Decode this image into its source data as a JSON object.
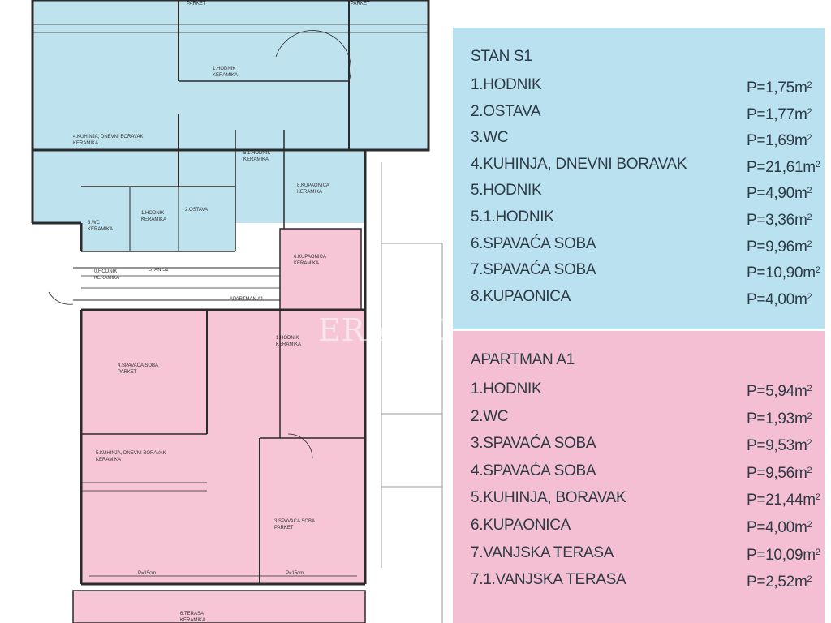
{
  "watermark": "ERA DOM",
  "colors": {
    "s1_panel": "#b9e1ef",
    "a1_panel": "#f4bfd2",
    "s1_fill": "#bfe3ee",
    "a1_fill": "#f6c6d6",
    "wall": "#2b2b2b"
  },
  "plan_labels": {
    "parket_top_1": "PARKET",
    "parket_top_2": "PARKET",
    "hodnik_1": "1.HODNIK",
    "keramika_1": "KERAMIKA",
    "kuhinja_s1": "4.KUHINJA, DNEVNI BORAVAK",
    "keramika_kuh_s1": "KERAMIKA",
    "hodnik_51": "5.1.HODNIK",
    "keramika_51": "KERAMIKA",
    "kupaonica_8": "8.KUPAONICA",
    "keramika_8": "KERAMIKA",
    "wc_s1": "3.WC",
    "keramika_wc_s1": "KERAMIKA",
    "hodnik_s1_small": "1.HODNIK",
    "keramika_s1_small": "KERAMIKA",
    "ostava": "2.OSTAVA",
    "hodnik_0": "0.HODNIK",
    "keramika_0": "KERAMIKA",
    "stan_s1": "STAN S1",
    "kupaonica_6": "6.KUPAONICA",
    "keramika_6": "KERAMIKA",
    "apartman_a1": "APARTMAN A1",
    "spavaca_4": "4.SPAVAĆA SOBA",
    "parket_4": "PARKET",
    "hodnik_a1": "1.HODNIK",
    "keramika_a1": "KERAMIKA",
    "kuhinja_a1": "5.KUHINJA, DNEVNI BORAVAK",
    "keramika_kuh_a1": "KERAMIKA",
    "spavaca_3": "3.SPAVAĆA SOBA",
    "parket_3": "PARKET",
    "terasa": "6.TERASA",
    "keramika_terasa": "KERAMIKA",
    "dim_p15_a": "P=15cm",
    "dim_p15_b": "P=15cm"
  },
  "stan_s1": {
    "title": "STAN S1",
    "rooms": [
      {
        "name": "1.HODNIK",
        "area": "P=1,75m",
        "unit_exp": "2"
      },
      {
        "name": "2.OSTAVA",
        "area": "P=1,77m",
        "unit_exp": "2"
      },
      {
        "name": "3.WC",
        "area": "P=1,69m",
        "unit_exp": "2"
      },
      {
        "name": "4.KUHINJA, DNEVNI BORAVAK",
        "area": "P=21,61m",
        "unit_exp": "2"
      },
      {
        "name": "5.HODNIK",
        "area": "P=4,90m",
        "unit_exp": "2"
      },
      {
        "name": "5.1.HODNIK",
        "area": "P=3,36m",
        "unit_exp": "2"
      },
      {
        "name": "6.SPAVAĆA SOBA",
        "area": "P=9,96m",
        "unit_exp": "2"
      },
      {
        "name": "7.SPAVAĆA SOBA",
        "area": "P=10,90m",
        "unit_exp": "2"
      },
      {
        "name": "8.KUPAONICA",
        "area": "P=4,00m",
        "unit_exp": "2"
      }
    ]
  },
  "apartman_a1": {
    "title": "APARTMAN A1",
    "rooms": [
      {
        "name": "1.HODNIK",
        "area": "P=5,94m",
        "unit_exp": "2"
      },
      {
        "name": "2.WC",
        "area": "P=1,93m",
        "unit_exp": "2"
      },
      {
        "name": "3.SPAVAĆA SOBA",
        "area": "P=9,53m",
        "unit_exp": "2"
      },
      {
        "name": "4.SPAVAĆA SOBA",
        "area": "P=9,56m",
        "unit_exp": "2"
      },
      {
        "name": "5.KUHINJA, BORAVAK",
        "area": "P=21,44m",
        "unit_exp": "2"
      },
      {
        "name": "6.KUPAONICA",
        "area": "P=4,00m",
        "unit_exp": "2"
      },
      {
        "name": "7.VANJSKA TERASA",
        "area": "P=10,09m",
        "unit_exp": "2"
      },
      {
        "name": "7.1.VANJSKA TERASA",
        "area": "P=2,52m",
        "unit_exp": "2"
      }
    ]
  }
}
